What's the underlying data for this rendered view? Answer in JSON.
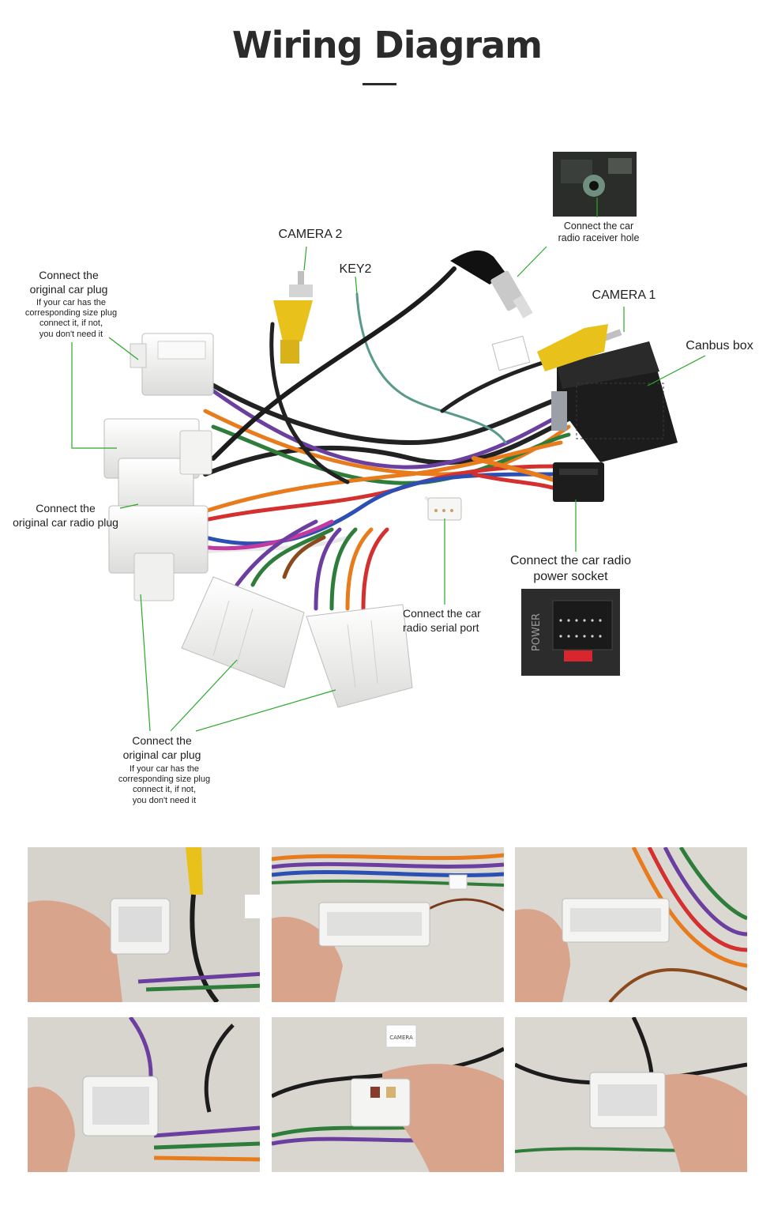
{
  "title": "Wiring Diagram",
  "labels": {
    "camera2": "CAMERA 2",
    "key2": "KEY2",
    "camera1": "CAMERA 1",
    "canbus_box": "Canbus box",
    "receiver_hole": [
      "Connect the  car",
      "radio raceiver hole"
    ],
    "orig_plug_top": [
      "Connect the",
      "original car plug"
    ],
    "orig_plug_top_note": [
      "If your car has the",
      "corresponding size plug",
      "connect it, if not,",
      "you don't need it"
    ],
    "orig_radio_plug": [
      "Connect the",
      "original car radio plug"
    ],
    "power_socket": [
      "Connect the car radio",
      "power socket"
    ],
    "serial_port": [
      "Connect the car",
      "radio  serial port"
    ],
    "orig_plug_bottom": [
      "Connect the",
      "original car plug"
    ],
    "orig_plug_bottom_note": [
      "If your car has the",
      "corresponding size plug",
      "connect it, if not,",
      "you don't need it"
    ]
  },
  "photo_stickers": {
    "cable_tag": "CAMERA"
  },
  "inset_power_text": "POWER",
  "colors": {
    "title": "#2b2b2b",
    "leader_line": "#2aa82a",
    "connector_white": "#f4f4f2",
    "rca_yellow": "#e8c21a",
    "canbus_black": "#1c1c1c"
  },
  "photos": [
    {
      "name": "photo-small-plug"
    },
    {
      "name": "photo-radio-plug-a"
    },
    {
      "name": "photo-radio-plug-b"
    },
    {
      "name": "photo-orig-plug-a"
    },
    {
      "name": "photo-orig-plug-b"
    },
    {
      "name": "photo-orig-plug-c"
    }
  ]
}
